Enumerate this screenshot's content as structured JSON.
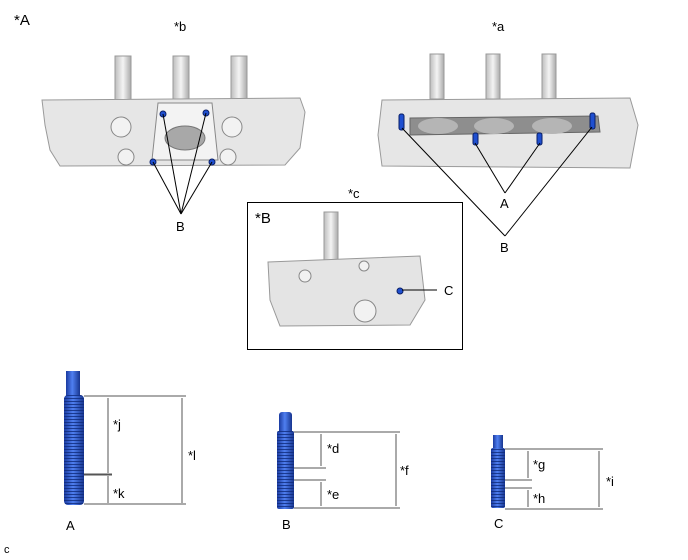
{
  "figure_labels": {
    "view_A": "*A",
    "view_B": "*B",
    "left_view": "*b",
    "right_view": "*a",
    "inset_title": "*c",
    "footer": "c"
  },
  "callouts": {
    "A": "A",
    "B_left": "B",
    "B_right": "B",
    "C": "C"
  },
  "studs": [
    {
      "name": "A",
      "dims": {
        "upper": "*j",
        "lower": "*k",
        "total": "*l"
      }
    },
    {
      "name": "B",
      "dims": {
        "upper": "*d",
        "lower": "*e",
        "total": "*f"
      }
    },
    {
      "name": "C",
      "dims": {
        "upper": "*g",
        "lower": "*h",
        "total": "*i"
      }
    }
  ],
  "colors": {
    "stud_blue": "#1f4fd0",
    "casting_gray": "#d8d8d8"
  }
}
